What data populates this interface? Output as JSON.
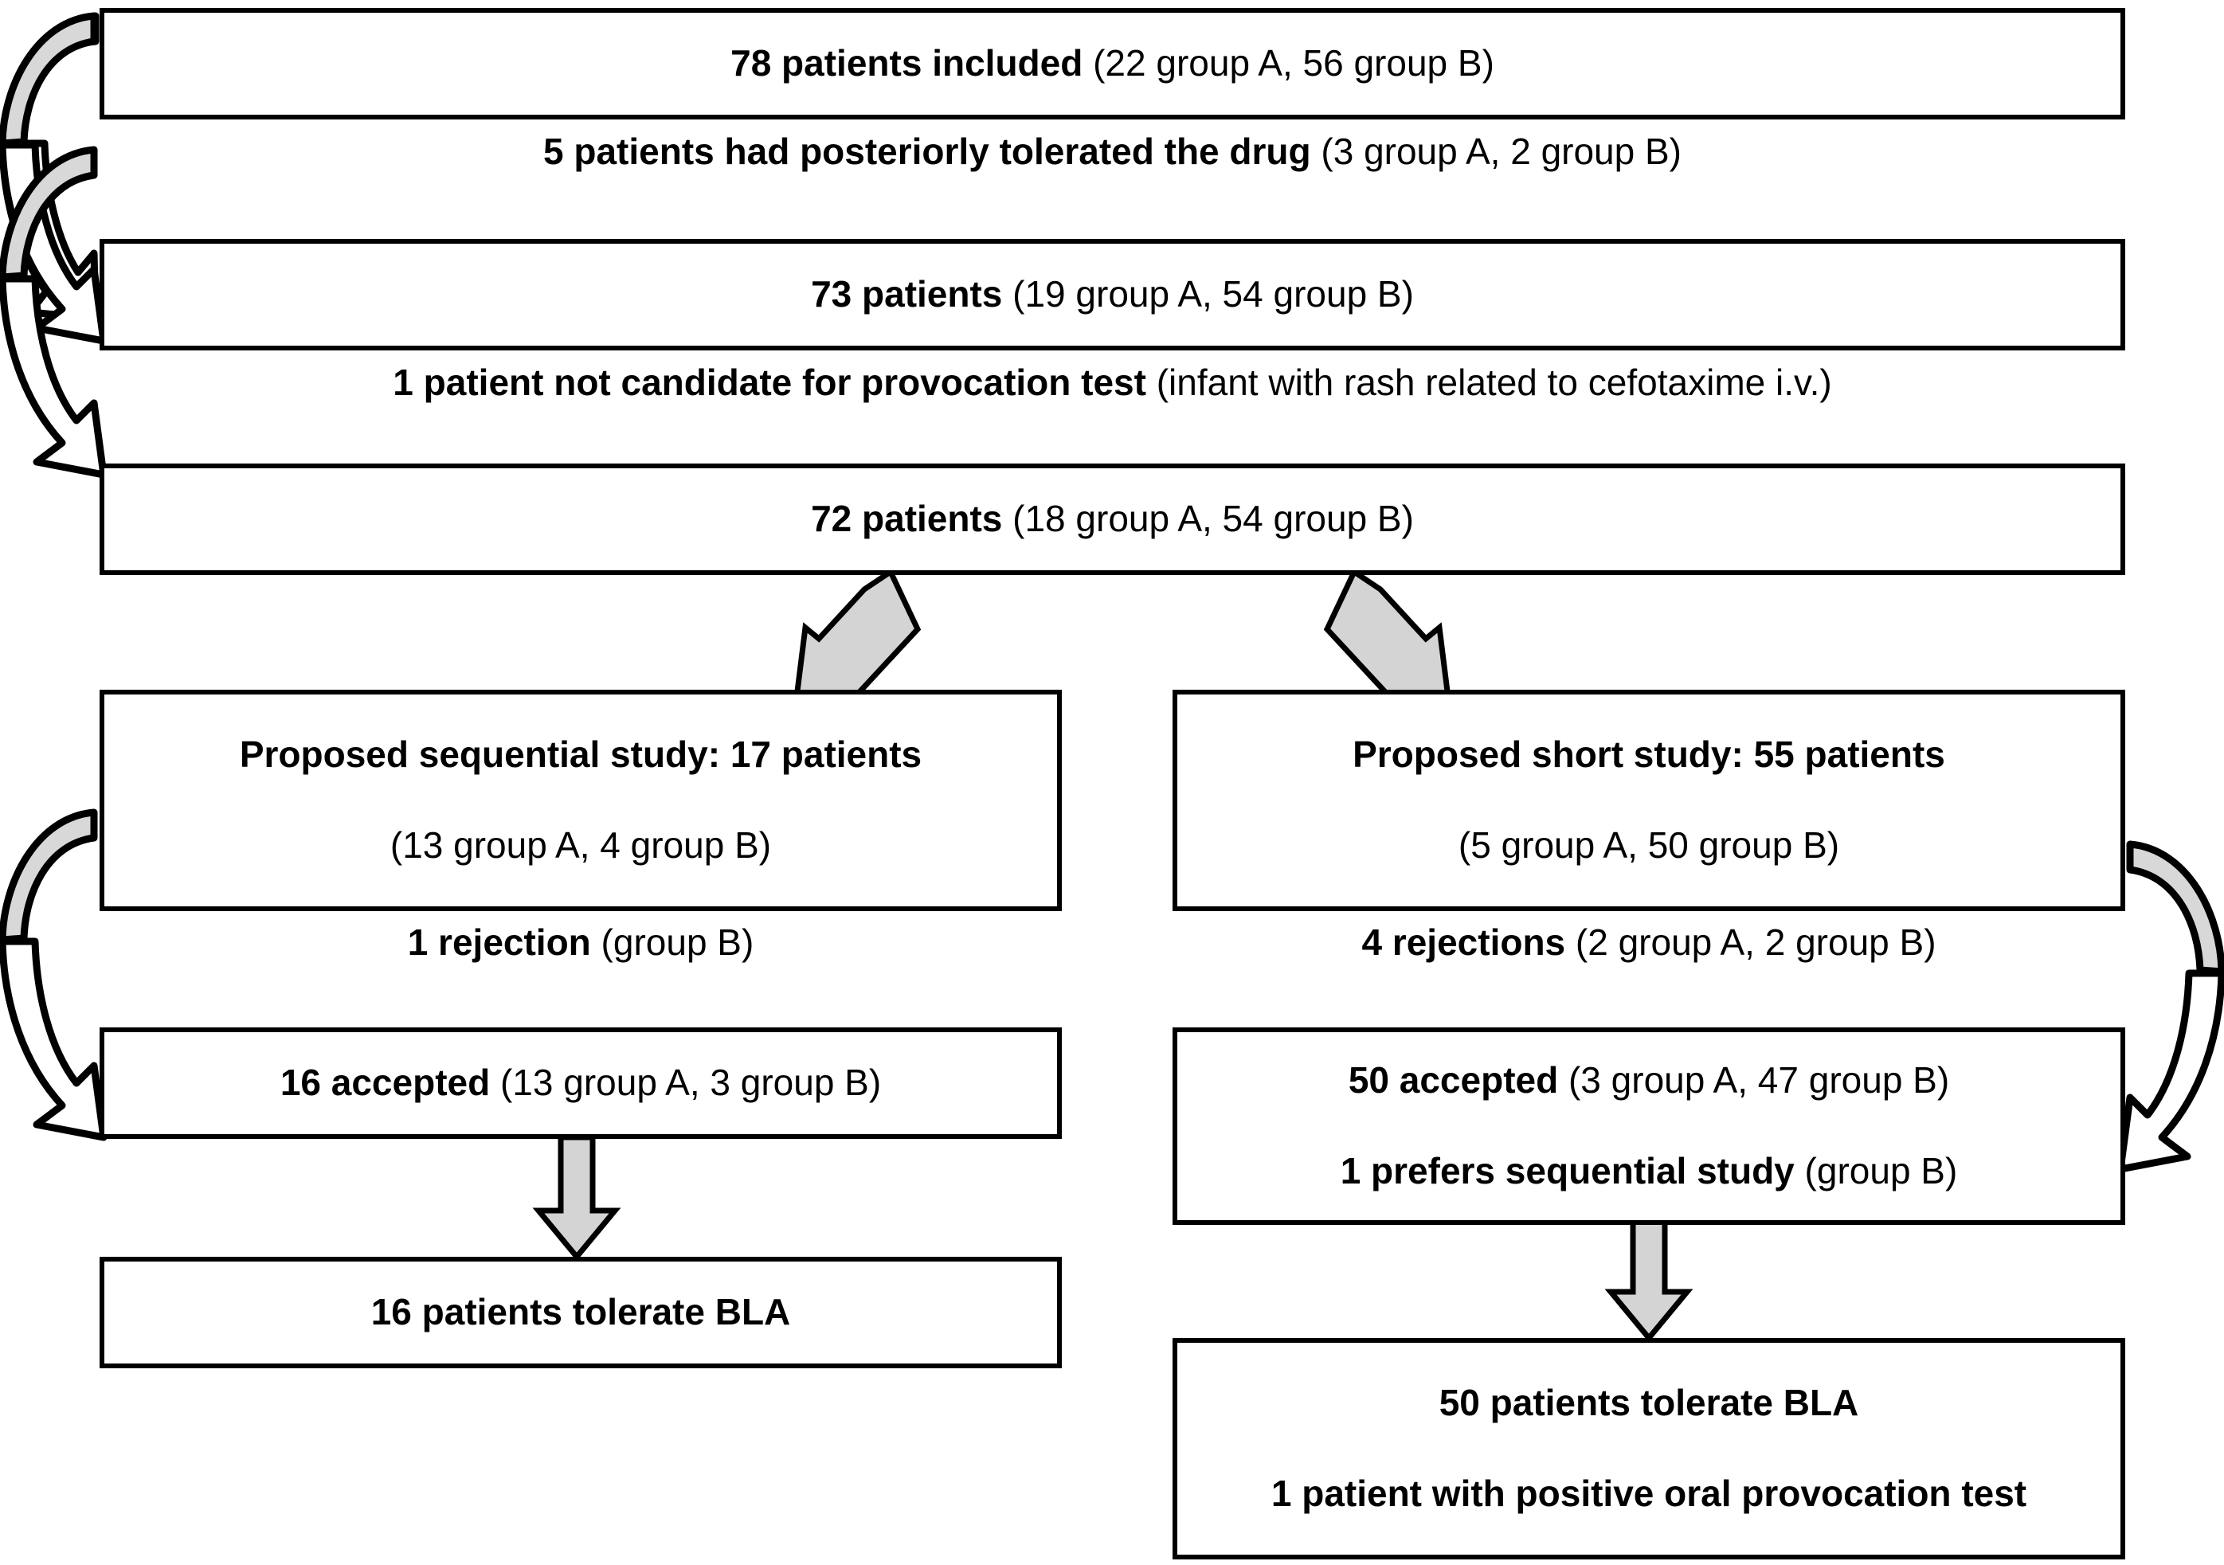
{
  "diagram": {
    "title": "Patient flow through sequential and short beta-lactam provocation study",
    "colors": {
      "box_border": "#000000",
      "box_fill": "#ffffff",
      "arrow_fill": "#d4d4d4",
      "curved_arrow_fill": "#d8d8d8",
      "text": "#000000"
    },
    "nodes": [
      {
        "id": "included",
        "lines": [
          {
            "bold": "78 patients included",
            "regular": " (22 group A, 56 group B)"
          }
        ]
      },
      {
        "id": "patients-73",
        "lines": [
          {
            "bold": "73 patients",
            "regular": " (19 group A, 54 group B)"
          }
        ]
      },
      {
        "id": "patients-72",
        "lines": [
          {
            "bold": "72 patients",
            "regular": " (18 group A, 54 group B)"
          }
        ]
      },
      {
        "id": "sequential-study",
        "lines": [
          {
            "bold": "Proposed sequential study: 17 patients",
            "regular": ""
          },
          {
            "bold": "",
            "regular": "(13 group A, 4 group B)"
          }
        ]
      },
      {
        "id": "short-study",
        "lines": [
          {
            "bold": "Proposed short study: 55 patients",
            "regular": ""
          },
          {
            "bold": "",
            "regular": "(5 group A, 50 group B)"
          }
        ]
      },
      {
        "id": "accepted-16",
        "lines": [
          {
            "bold": "16 accepted",
            "regular": " (13 group A, 3 group B)"
          }
        ]
      },
      {
        "id": "accepted-50",
        "lines": [
          {
            "bold": "50 accepted",
            "regular": " (3 group A, 47 group B)"
          },
          {
            "bold": "1 prefers sequential study",
            "regular": " (group B)"
          }
        ]
      },
      {
        "id": "tolerate-16",
        "lines": [
          {
            "bold": "16 patients tolerate BLA",
            "regular": ""
          }
        ]
      },
      {
        "id": "tolerate-50",
        "lines": [
          {
            "bold": "50 patients tolerate BLA",
            "regular": ""
          },
          {
            "bold": "1 patient with positive oral provocation test",
            "regular": ""
          }
        ]
      }
    ],
    "captions": [
      {
        "id": "caption-tolerated",
        "bold": "5 patients had posteriorly tolerated the drug",
        "regular": " (3 group A, 2 group B)"
      },
      {
        "id": "caption-not-candidate",
        "bold": "1 patient not candidate for provocation test",
        "regular": " (infant with rash related to cefotaxime i.v.)"
      },
      {
        "id": "caption-rejection-left",
        "bold": "1 rejection",
        "regular": " (group B)"
      },
      {
        "id": "caption-rejections-right",
        "bold": "4 rejections",
        "regular": " (2 group A, 2 group B)"
      }
    ],
    "arrows": [
      {
        "id": "curved-arrow-1",
        "kind": "curved-left",
        "from": "included",
        "to": "patients-73"
      },
      {
        "id": "curved-arrow-2",
        "kind": "curved-left",
        "from": "patients-73",
        "to": "patients-72"
      },
      {
        "id": "curved-arrow-3",
        "kind": "curved-left",
        "from": "sequential-study",
        "to": "accepted-16"
      },
      {
        "id": "curved-arrow-4",
        "kind": "curved-right",
        "from": "short-study",
        "to": "accepted-50"
      },
      {
        "id": "diagonal-arrow-left",
        "kind": "diagonal-down-left",
        "from": "patients-72",
        "to": "sequential-study"
      },
      {
        "id": "diagonal-arrow-right",
        "kind": "diagonal-down-right",
        "from": "patients-72",
        "to": "short-study"
      },
      {
        "id": "straight-arrow-left",
        "kind": "straight-down",
        "from": "accepted-16",
        "to": "tolerate-16"
      },
      {
        "id": "straight-arrow-right",
        "kind": "straight-down",
        "from": "accepted-50",
        "to": "tolerate-50"
      }
    ]
  }
}
